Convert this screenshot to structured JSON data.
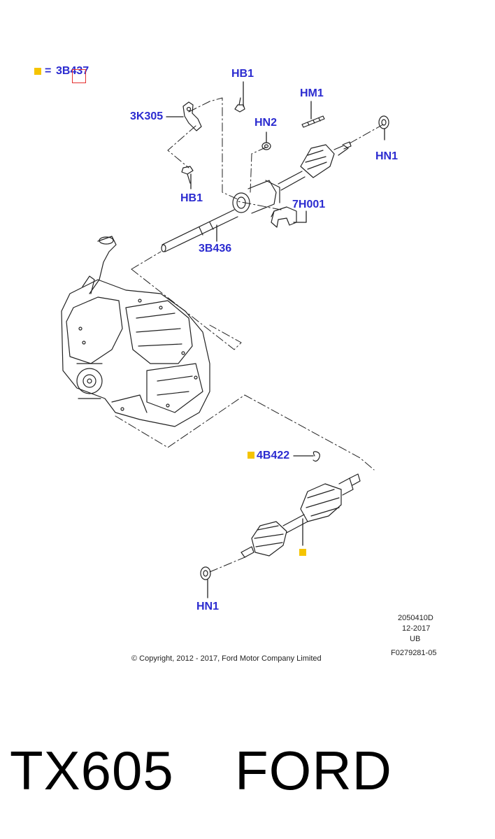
{
  "colors": {
    "label": "#2b2bd0",
    "marker": "#f5c400",
    "line": "#222222",
    "selection": "#e53030"
  },
  "legend": {
    "equals": "=",
    "part": "3B437"
  },
  "callouts": [
    {
      "id": "hb1-top",
      "text": "HB1"
    },
    {
      "id": "hm1",
      "text": "HM1"
    },
    {
      "id": "3k305",
      "text": "3K305"
    },
    {
      "id": "hn2",
      "text": "HN2"
    },
    {
      "id": "hn1-top",
      "text": "HN1"
    },
    {
      "id": "hb1-left",
      "text": "HB1"
    },
    {
      "id": "7h001",
      "text": "7H001"
    },
    {
      "id": "3b436",
      "text": "3B436"
    },
    {
      "id": "4b422",
      "text": "4B422"
    },
    {
      "id": "hn1-bottom",
      "text": "HN1"
    }
  ],
  "meta": {
    "code": "2050410D",
    "date": "12-2017",
    "region": "UB",
    "figure": "F0279281-05",
    "copyright": "© Copyright, 2012 - 2017, Ford Motor Company Limited"
  },
  "footer": {
    "left": "TX605",
    "right": "FORD"
  }
}
